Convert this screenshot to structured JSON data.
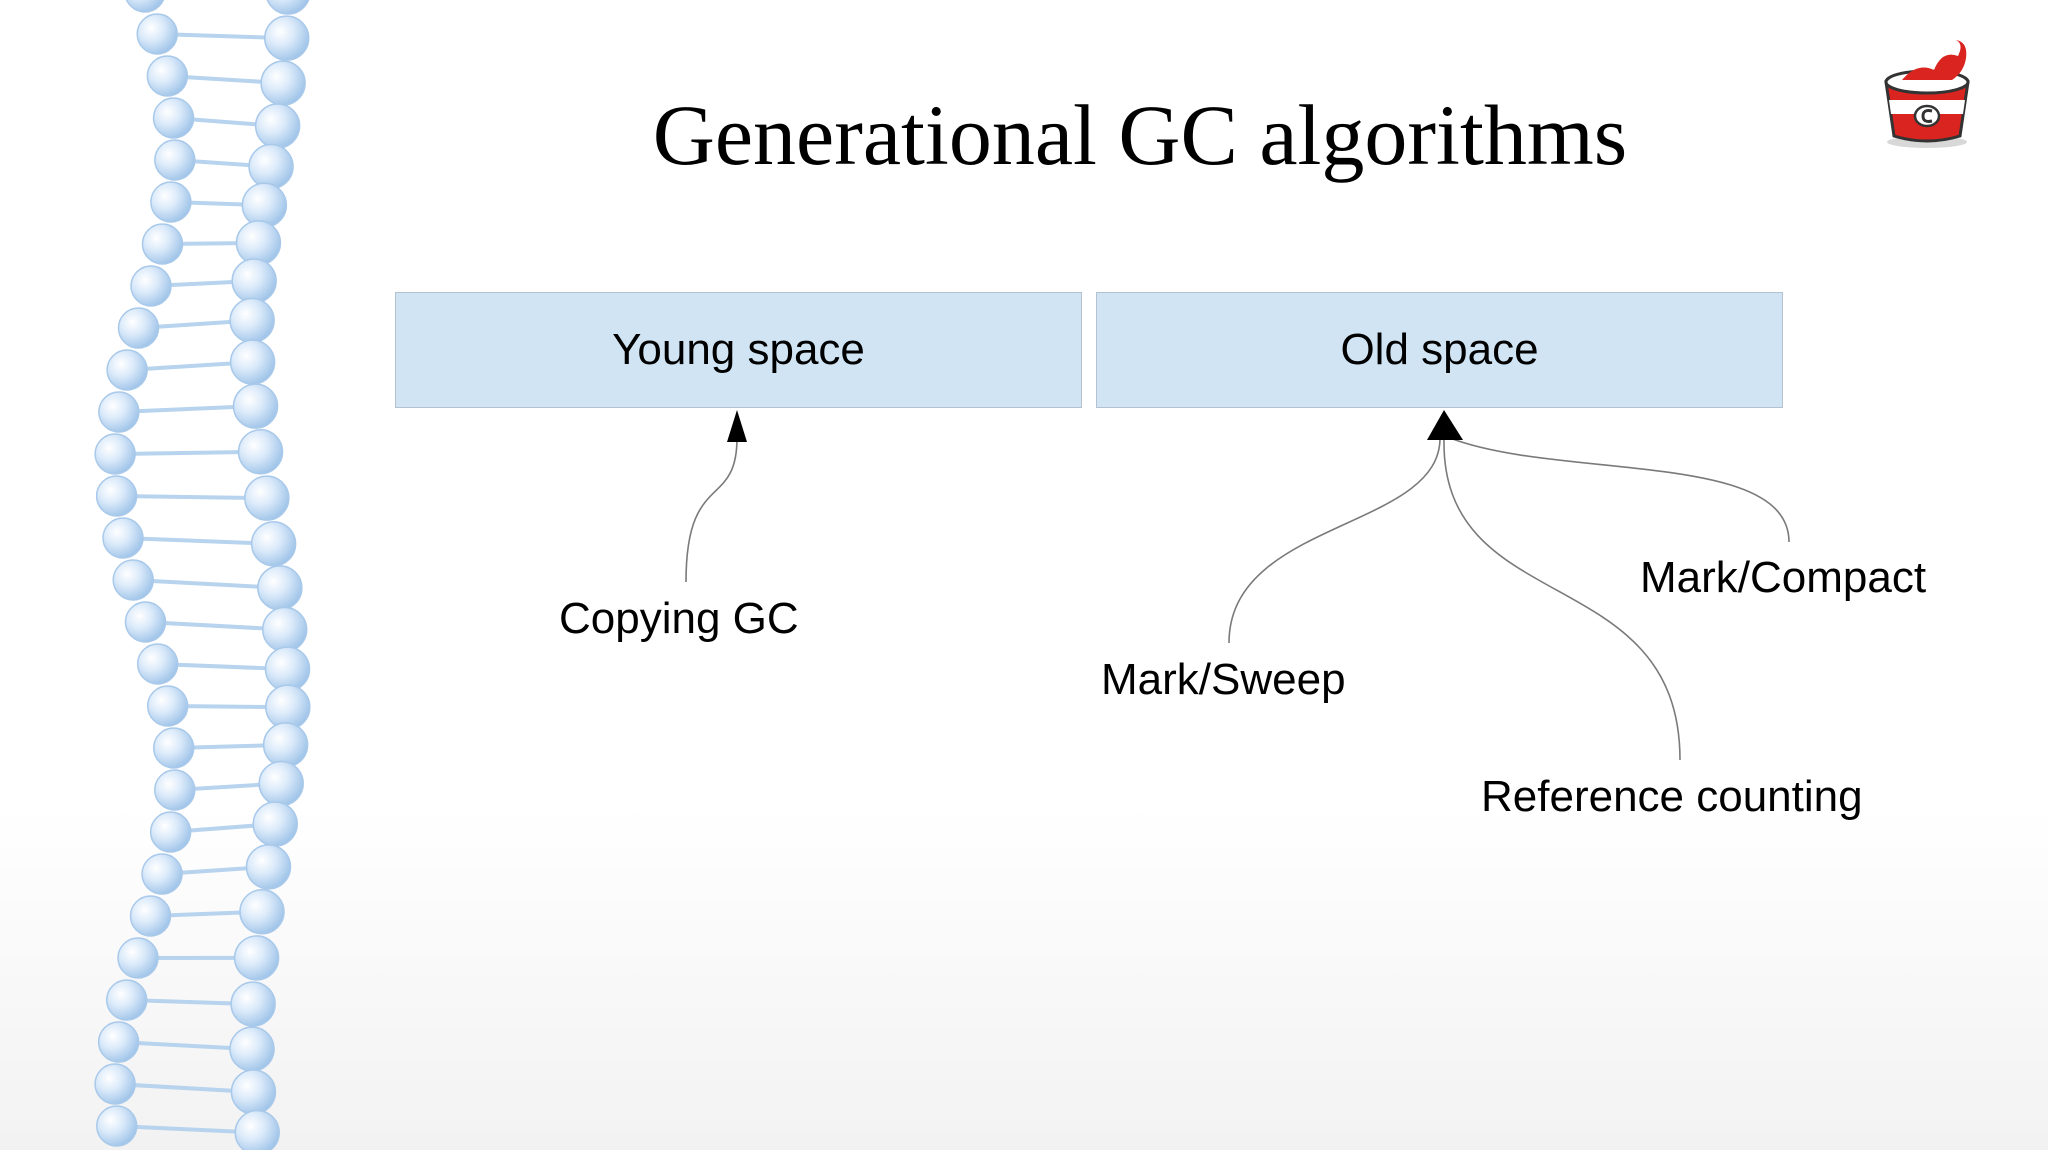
{
  "slide": {
    "title": "Generational GC algorithms"
  },
  "diagram": {
    "young_space": "Young space",
    "old_space": "Old space",
    "young_algorithms": [
      "Copying GC"
    ],
    "old_algorithms": [
      "Mark/Sweep",
      "Reference counting",
      "Mark/Compact"
    ]
  },
  "colors": {
    "box_fill": "#d0e4f4",
    "box_border": "#b4c2cf",
    "connector": "#7a7a7a",
    "dna": "#bcd8f2",
    "logo_red": "#d9241f"
  },
  "icons": {
    "decoration": "dna-helix-icon",
    "logo": "crystal-bucket-logo-icon"
  }
}
